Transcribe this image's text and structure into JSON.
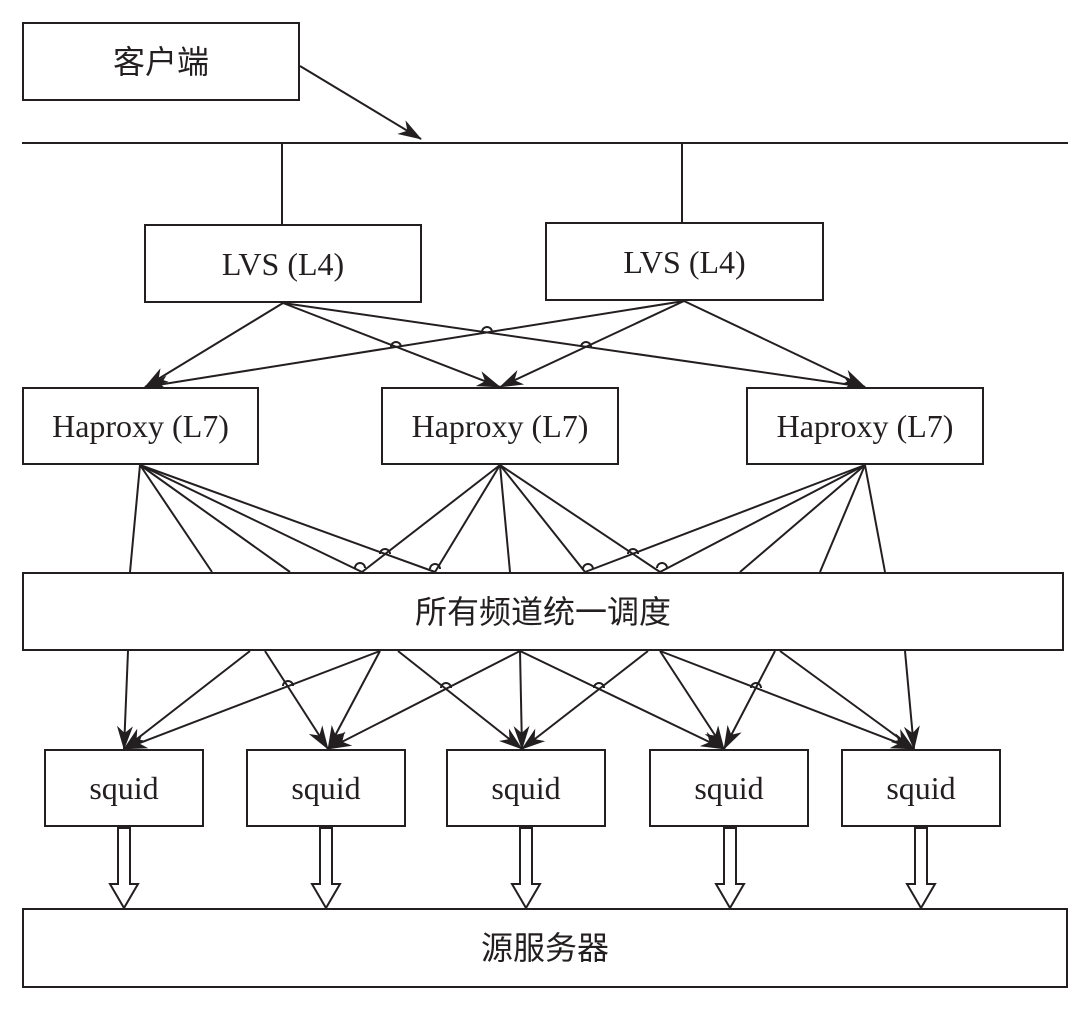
{
  "client": {
    "label": "客户端"
  },
  "lvs": [
    {
      "label": "LVS (L4)"
    },
    {
      "label": "LVS (L4)"
    }
  ],
  "haproxy": [
    {
      "label": "Haproxy (L7)"
    },
    {
      "label": "Haproxy (L7)"
    },
    {
      "label": "Haproxy (L7)"
    }
  ],
  "scheduler": {
    "label": "所有频道统一调度"
  },
  "squid": [
    {
      "label": "squid"
    },
    {
      "label": "squid"
    },
    {
      "label": "squid"
    },
    {
      "label": "squid"
    },
    {
      "label": "squid"
    }
  ],
  "origin": {
    "label": "源服务器"
  }
}
